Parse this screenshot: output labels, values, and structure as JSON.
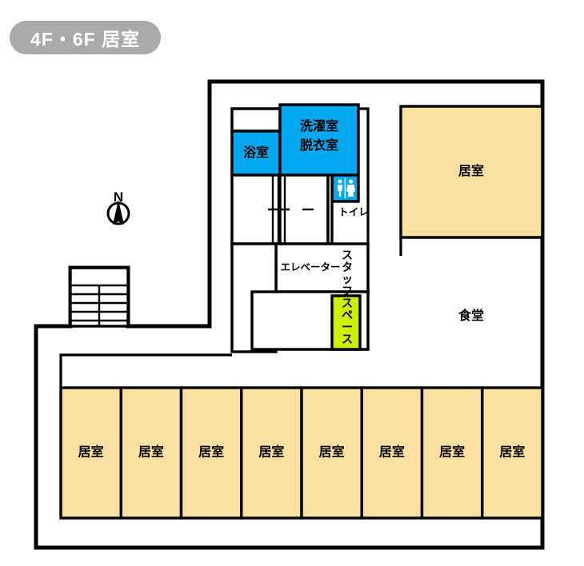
{
  "page": {
    "title": "4F・6F 居室",
    "background_color": "#ffffff"
  },
  "title_badge": {
    "label": "4F・6F 居室",
    "background_color": "#aaaaaa",
    "text_color": "#ffffff"
  },
  "legend_colors": {
    "resident_room": "#fbe0a3",
    "wet_area": "#00a8ef",
    "staff_space": "#ccf000",
    "common_area": "#ffffff",
    "wall": "#000000"
  },
  "compass": {
    "north_label": "N",
    "direction": "up"
  },
  "rooms": {
    "bathroom": {
      "label": "浴室",
      "color": "#00a8ef"
    },
    "laundry": {
      "label_line1": "洗濯室",
      "label_line2": "脱衣室",
      "color": "#00a8ef"
    },
    "toilet": {
      "label": "トイレ",
      "color": "#00a8ef",
      "icon": "restroom-icon"
    },
    "elevator": {
      "label": "エレベーター",
      "color": "#ffffff"
    },
    "staff_space": {
      "label": "スタッフスペース",
      "color": "#ccf000",
      "orientation": "vertical"
    },
    "dining": {
      "label": "食堂",
      "color": "#ffffff"
    },
    "large_resident_room": {
      "label": "居室",
      "color": "#fbe0a3"
    },
    "stairs_left": {
      "label": "",
      "steps": 5
    },
    "stairs_center": {
      "label": "",
      "steps": 0
    }
  },
  "resident_rooms_row": {
    "count": 8,
    "color": "#fbe0a3",
    "rooms": [
      {
        "label": "居室"
      },
      {
        "label": "居室"
      },
      {
        "label": "居室"
      },
      {
        "label": "居室"
      },
      {
        "label": "居室"
      },
      {
        "label": "居室"
      },
      {
        "label": "居室"
      },
      {
        "label": "居室"
      }
    ]
  }
}
